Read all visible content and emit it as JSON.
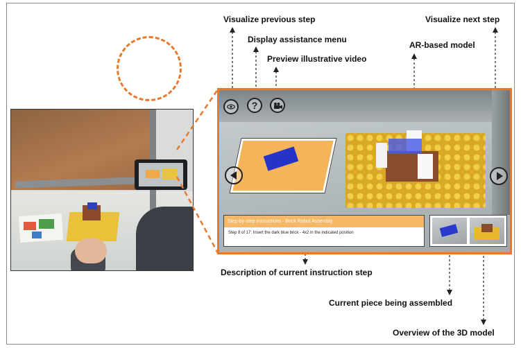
{
  "labels": {
    "previous_step": "Visualize previous step",
    "assistance_menu": "Display assistance menu",
    "illustrative_video": "Preview illustrative video",
    "next_step": "Visualize next step",
    "ar_model": "AR-based model",
    "instruction_description": "Description of current instruction step",
    "current_piece": "Current piece being assembled",
    "model_overview": "Overview of the 3D model"
  },
  "ar_app": {
    "help_glyph": "?",
    "instruction_title": "Step-by-step instructions - Brick Robot Assembly",
    "instruction_text": "Step 8 of 17: Insert the dark blue brick - 4x2 in the indicated position"
  },
  "icons": [
    "eye-icon",
    "help-icon",
    "video-camera-icon",
    "previous-arrow-icon",
    "next-arrow-icon"
  ],
  "colors": {
    "accent": "#e8792c",
    "instruction_header": "#f5b866"
  }
}
